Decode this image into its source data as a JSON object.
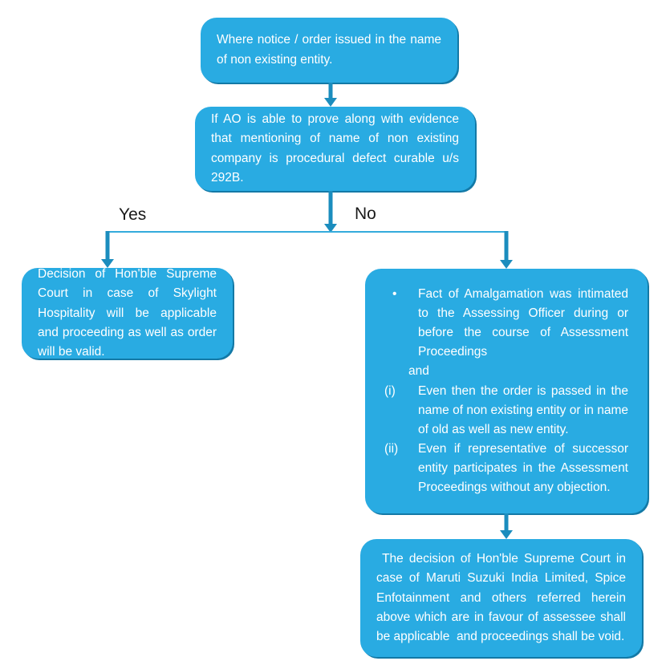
{
  "diagram": {
    "title": "Notice / order issued in the name of non existing entity - decision flow",
    "colors": {
      "node_fill": "#29ABE2",
      "node_shadow": "#1379A6",
      "arrow": "#1B8DBE",
      "connector_line": "#34ABDC",
      "node_text": "#FFFFFF",
      "label_text": "#1A1A1A",
      "background": "#FFFFFF"
    },
    "nodes": {
      "start": {
        "id": "start",
        "text": "Where notice / order issued in the name of non existing entity."
      },
      "condition": {
        "id": "condition",
        "text": "If AO is able to prove along with evidence that mentioning of name of non existing company is procedural defect curable u/s 292B."
      },
      "yes_outcome": {
        "id": "yes-outcome",
        "text": "Decision of Hon'ble Supreme Court in case of Skylight Hospitality will be applicable and proceeding as well as order will be valid."
      },
      "no_outcome": {
        "id": "no-outcome",
        "bullet_marker": "•",
        "bullet_text": "Fact of Amalgamation was intimated to the Assessing Officer during or before the course of Assessment Proceedings",
        "conjunction": "and",
        "items": [
          {
            "marker": "(i)",
            "text": "Even then the order is passed in the name of non existing entity or in name of old as well as new entity."
          },
          {
            "marker": "(ii)",
            "text": "Even if representative of successor entity participates in the Assessment Proceedings without any objection."
          }
        ]
      },
      "final": {
        "id": "final",
        "text": " The decision of Hon'ble Supreme Court in case of Maruti Suzuki India Limited, Spice Enfotainment and others referred herein above which are in favour of assessee shall be applicable  and proceedings shall be void."
      }
    },
    "branches": {
      "yes_label": "Yes",
      "no_label": "No"
    }
  }
}
